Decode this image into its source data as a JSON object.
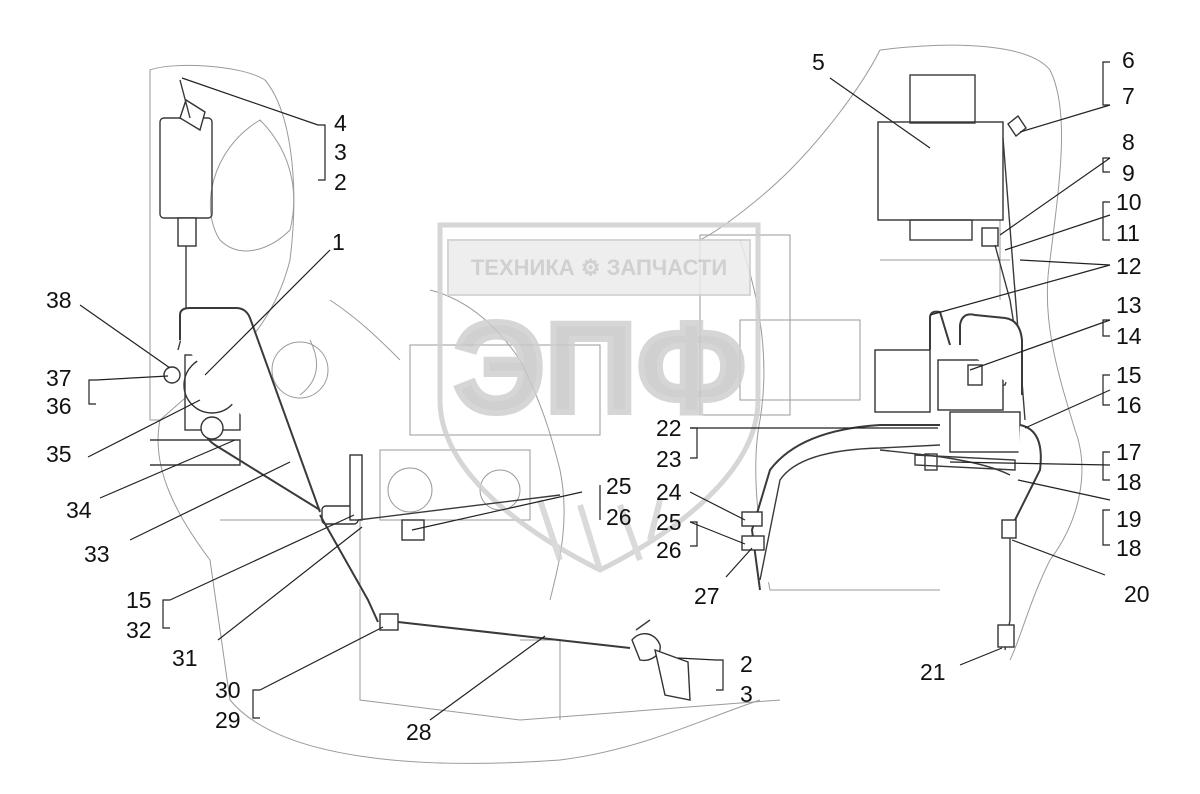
{
  "watermark": {
    "banner": "ТЕХНИКА  ⚙  ЗАПЧАСТИ",
    "logo": "ЭПФ"
  },
  "callouts": {
    "c1": "1",
    "c2a": "2",
    "c3a": "3",
    "c4": "4",
    "c5": "5",
    "c6": "6",
    "c7": "7",
    "c8": "8",
    "c9": "9",
    "c10": "10",
    "c11": "11",
    "c12": "12",
    "c13": "13",
    "c14": "14",
    "c15a": "15",
    "c16": "16",
    "c17": "17",
    "c18a": "18",
    "c19": "19",
    "c18b": "18",
    "c20": "20",
    "c21": "21",
    "c22": "22",
    "c23": "23",
    "c24": "24",
    "c25a": "25",
    "c26a": "26",
    "c25b": "25",
    "c26b": "26",
    "c27": "27",
    "c28": "28",
    "c2b": "2",
    "c3b": "3",
    "c30": "30",
    "c29": "29",
    "c31": "31",
    "c15b": "15",
    "c32": "32",
    "c33": "33",
    "c34": "34",
    "c35": "35",
    "c37": "37",
    "c36": "36",
    "c38": "38"
  }
}
